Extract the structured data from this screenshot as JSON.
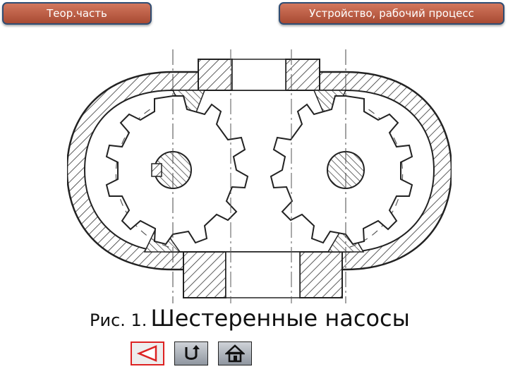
{
  "tabs": {
    "theory_label": "Теор.часть",
    "device_label": "Устройство, рабочий процесс"
  },
  "figure": {
    "caption_number": "Рис. 1.",
    "caption_title": "Шестеренные насосы"
  },
  "nav": {
    "back_icon": "back-triangle-icon",
    "return_icon": "return-arrow-icon",
    "home_icon": "home-icon"
  },
  "colors": {
    "tab_fill": "#b85a41",
    "tab_border": "#2f4d73",
    "back_border": "#dd2222",
    "back_triangle": "#dd2222",
    "drawing_ink": "#222222"
  }
}
